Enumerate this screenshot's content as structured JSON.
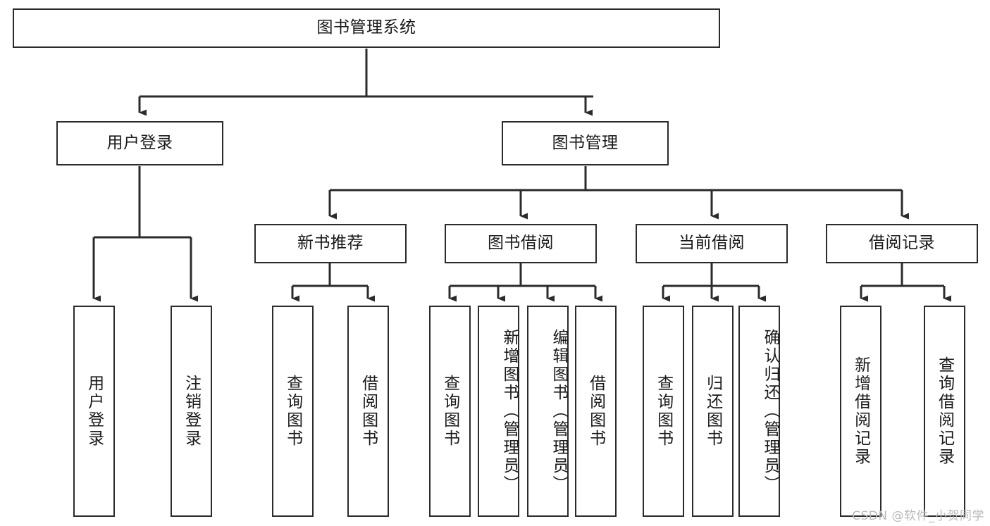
{
  "diagram": {
    "type": "tree-hierarchy",
    "title": "图书管理系统",
    "root": {
      "label": "图书管理系统"
    },
    "level1": [
      {
        "label": "用户登录"
      },
      {
        "label": "图书管理"
      }
    ],
    "level2": [
      {
        "label": "新书推荐",
        "parent": "图书管理"
      },
      {
        "label": "图书借阅",
        "parent": "图书管理"
      },
      {
        "label": "当前借阅",
        "parent": "图书管理"
      },
      {
        "label": "借阅记录",
        "parent": "图书管理"
      }
    ],
    "leaves": {
      "user_login": [
        {
          "label": "用户登录"
        },
        {
          "label": "注销登录"
        }
      ],
      "new_book": [
        {
          "label": "查询图书"
        },
        {
          "label": "借阅图书"
        }
      ],
      "borrow": [
        {
          "label": "查询图书"
        },
        {
          "label": "新增图书（管理员）"
        },
        {
          "label": "编辑图书（管理员）"
        },
        {
          "label": "借阅图书"
        }
      ],
      "current": [
        {
          "label": "查询图书"
        },
        {
          "label": "归还图书"
        },
        {
          "label": "确认归还（管理员）"
        }
      ],
      "records": [
        {
          "label": "新增借阅记录"
        },
        {
          "label": "查询借阅记录"
        }
      ]
    },
    "watermark": "CSDN @软件_小贺同学",
    "colors": {
      "stroke": "#2b2b2b",
      "fill": "#ffffff",
      "text": "#1a1a1a",
      "watermark": "#b9b9b9"
    }
  }
}
